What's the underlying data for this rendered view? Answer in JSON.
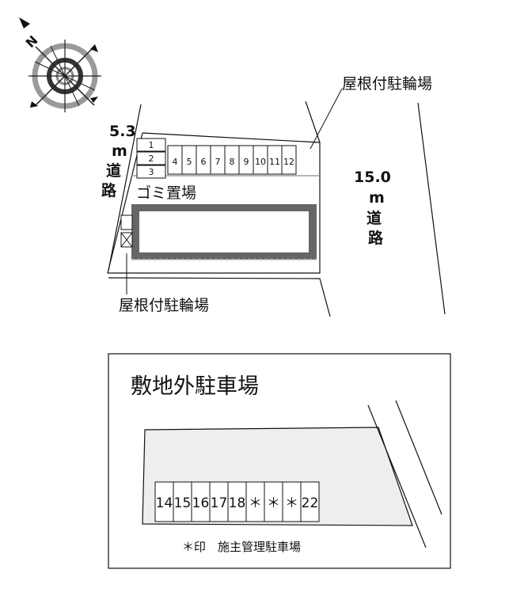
{
  "compass": {
    "north_label": "N"
  },
  "site_plan": {
    "bike_parking_top_label": "屋根付駐輪場",
    "bike_parking_bottom_label": "屋根付駐輪場",
    "trash_label": "ゴミ置場",
    "left_road": {
      "width": "5.3",
      "unit": "m",
      "name_chars": [
        "道",
        "路"
      ]
    },
    "right_road": {
      "width": "15.0",
      "unit": "m",
      "name_chars": [
        "道",
        "路"
      ]
    },
    "stacked_slots": [
      "1",
      "2",
      "3"
    ],
    "row_slots": [
      "4",
      "5",
      "6",
      "7",
      "8",
      "9",
      "10",
      "11",
      "12"
    ]
  },
  "offsite_parking": {
    "title": "敷地外駐車場",
    "slots": [
      "14",
      "15",
      "16",
      "17",
      "18",
      "＊",
      "＊",
      "＊",
      "22"
    ],
    "note": "＊印　施主管理駐車場"
  }
}
